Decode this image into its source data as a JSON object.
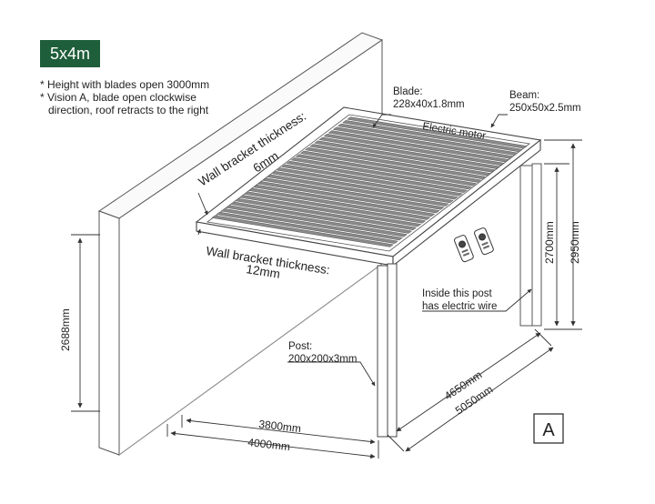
{
  "badge": "5x4m",
  "notes": [
    "* Height with blades open 3000mm",
    "* Vision A, blade open clockwise",
    "   direction, roof retracts to the right"
  ],
  "labels": {
    "blade_title": "Blade:",
    "blade_spec": "228x40x1.8mm",
    "beam_title": "Beam:",
    "beam_spec": "250x50x2.5mm",
    "electric_motor": "Electric motor",
    "wall_bracket_top_1": "Wall bracket thickness:",
    "wall_bracket_top_2": "6mm",
    "wall_bracket_bottom_1": "Wall bracket thickness:",
    "wall_bracket_bottom_2": "12mm",
    "inside_post_1": "Inside this post",
    "inside_post_2": "has electric wire",
    "post_title": "Post:",
    "post_spec": "200x200x3mm",
    "vision_letter": "A"
  },
  "dimensions": {
    "wall_height": "2688mm",
    "post_height_inner": "2700mm",
    "post_height_outer": "2950mm",
    "depth_inner": "4650mm",
    "depth_outer": "5050mm",
    "width_inner": "3800mm",
    "width_outer": "4000mm"
  }
}
